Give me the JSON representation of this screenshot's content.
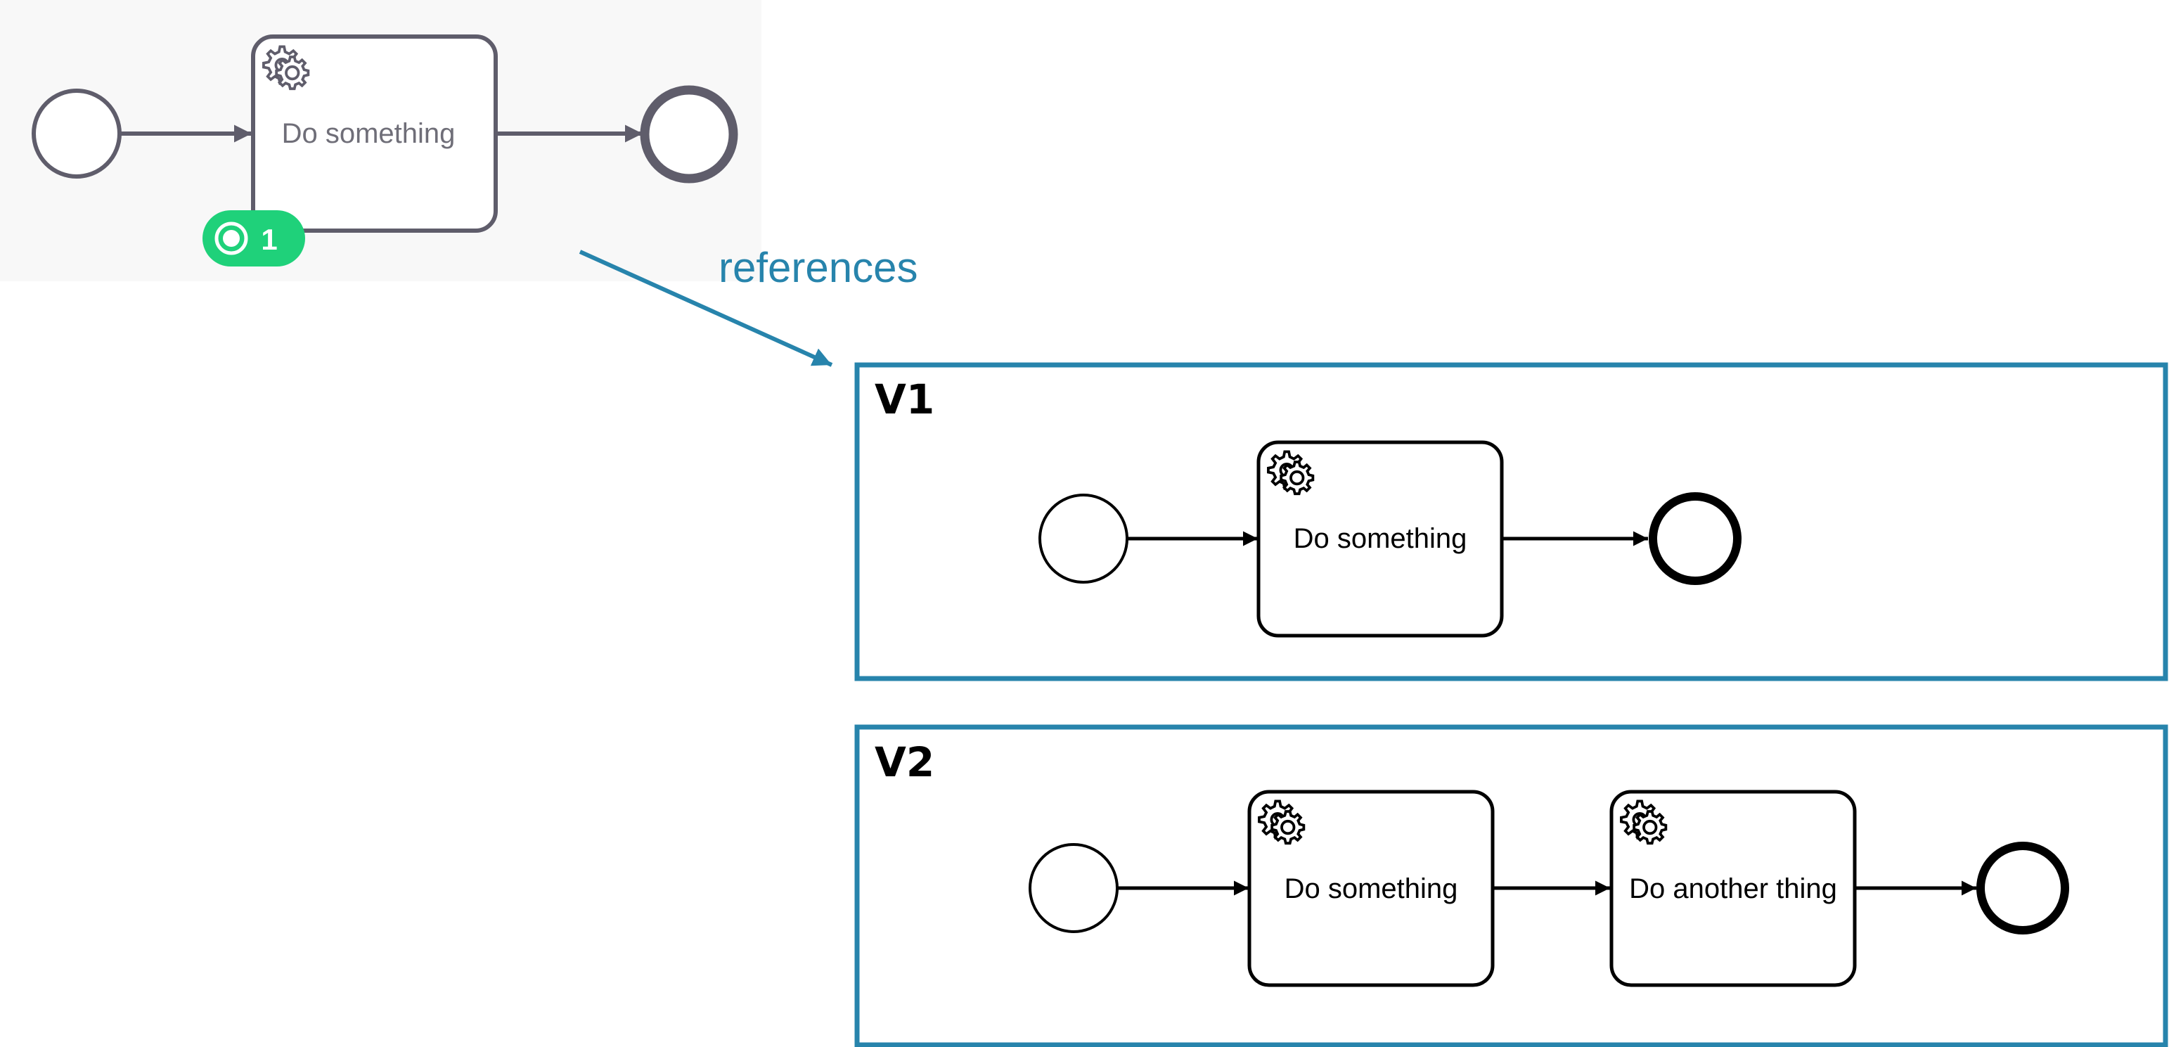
{
  "colors": {
    "background": "#ffffff",
    "instance_panel_bg": "#f8f8f8",
    "instance_stroke": "#5f5d6b",
    "instance_text": "#6f6e78",
    "badge": "#1fd17a",
    "badge_text": "#ffffff",
    "accent": "#2784ac",
    "black": "#000000"
  },
  "icons": {
    "task_icon": "gear-icon",
    "badge_icon": "token-icon"
  },
  "instance": {
    "task_label": "Do something",
    "badge_count": "1"
  },
  "reference_label": "references",
  "versions": [
    {
      "label": "V1",
      "tasks": [
        "Do something"
      ]
    },
    {
      "label": "V2",
      "tasks": [
        "Do something",
        "Do another thing"
      ]
    }
  ]
}
